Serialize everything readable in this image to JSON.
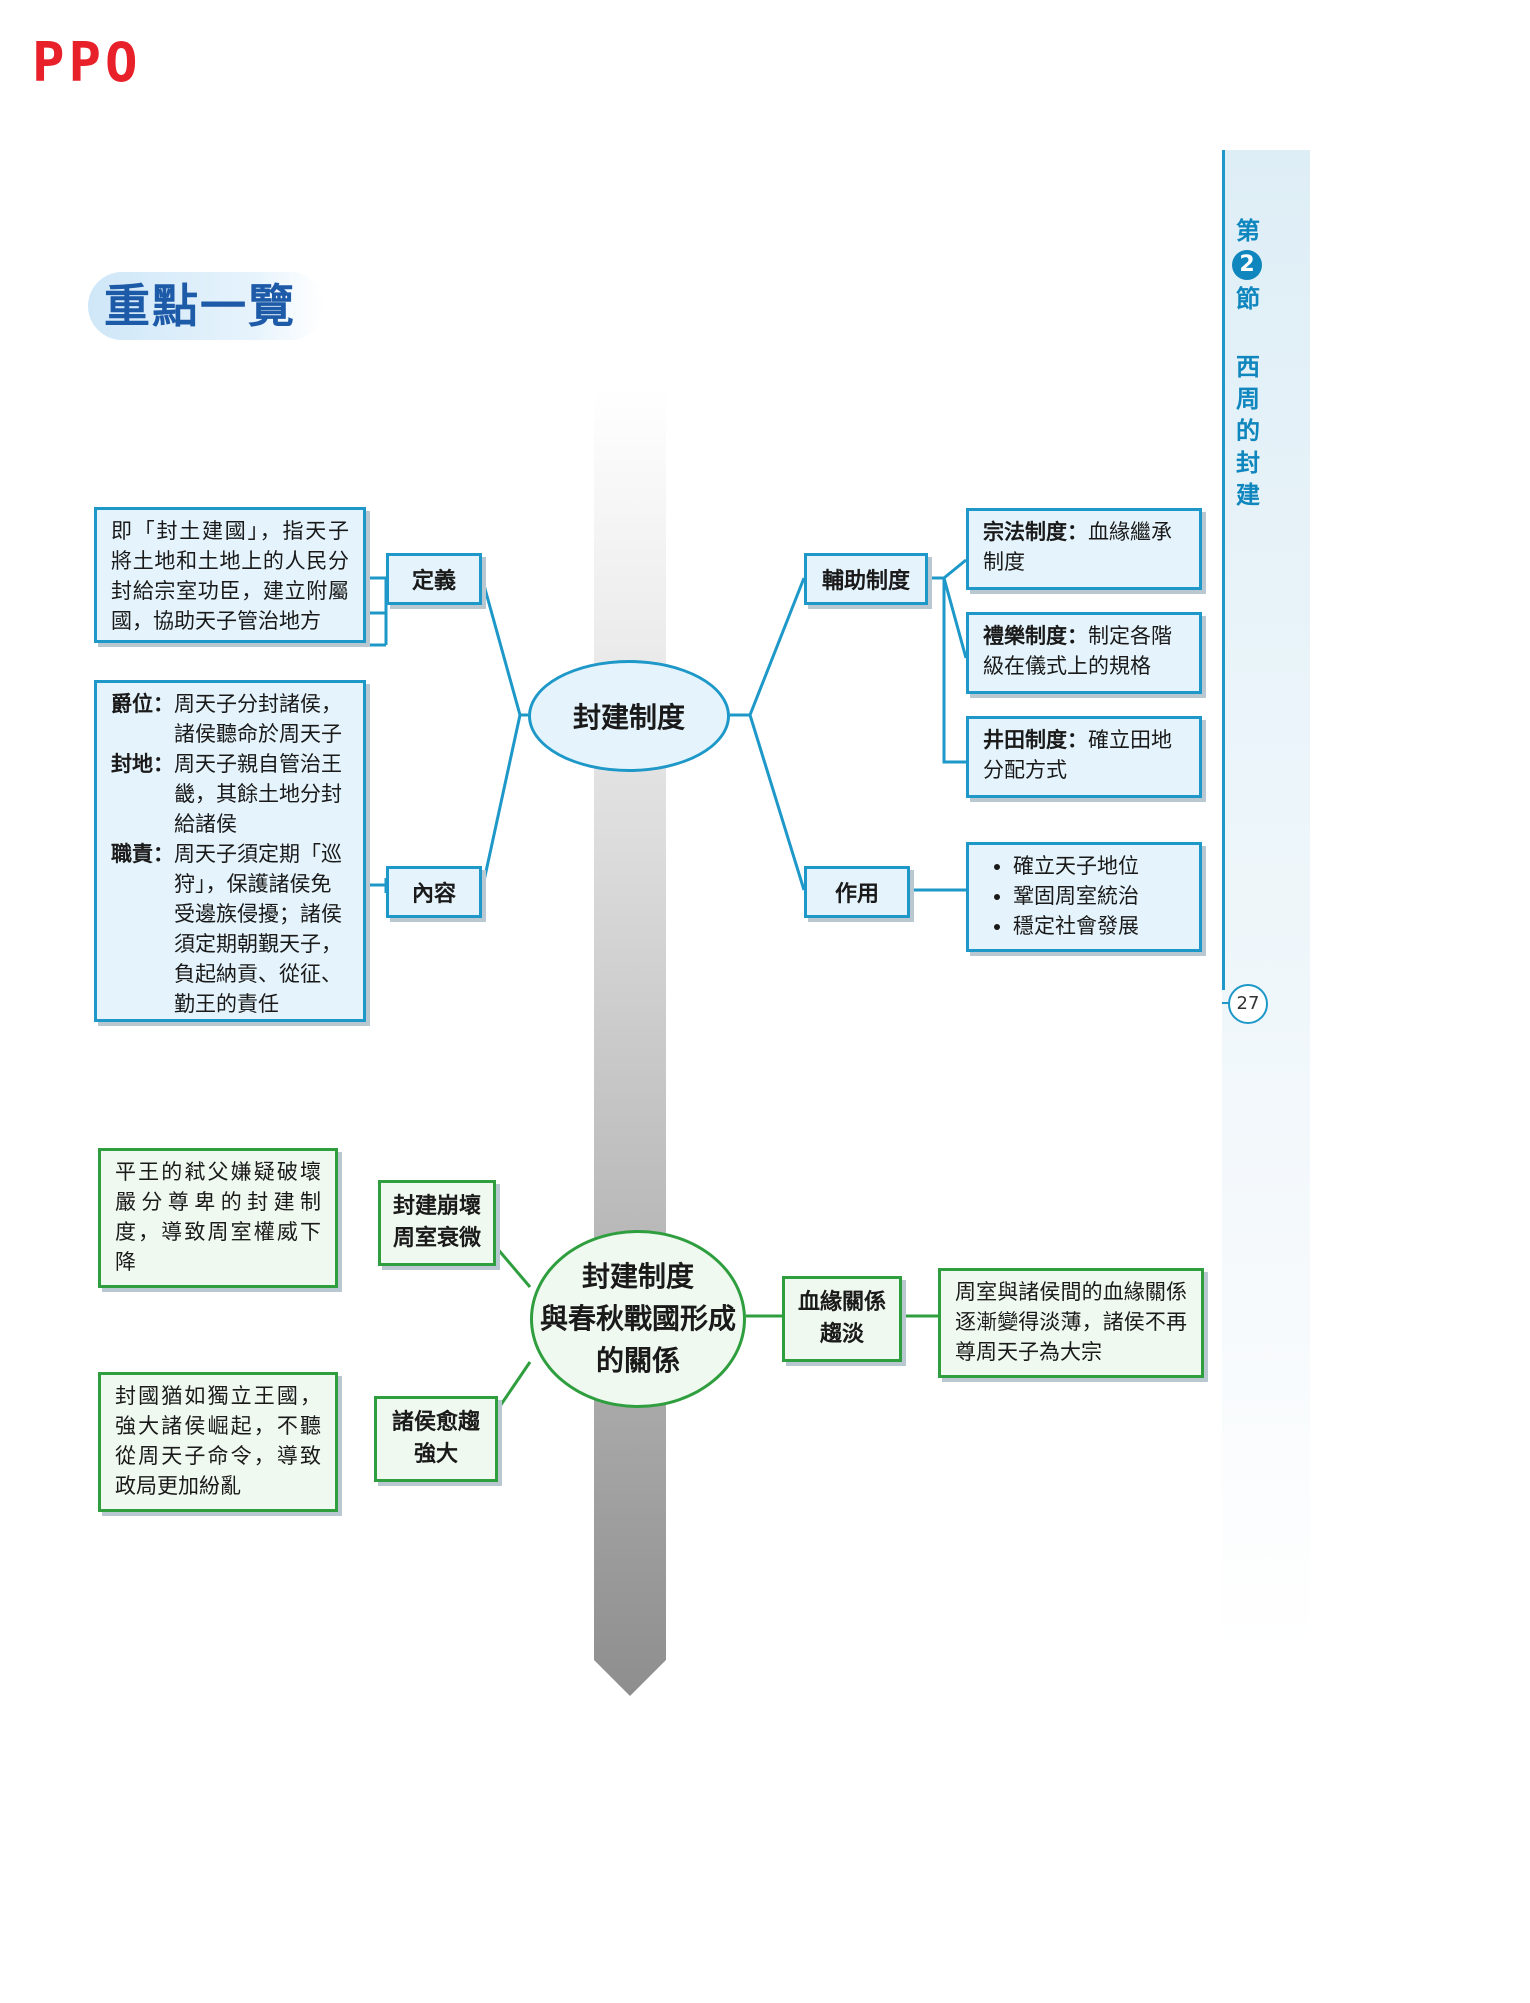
{
  "header": {
    "logo": "PPO"
  },
  "title": "重點一覽",
  "sidebar": {
    "section_label_top": "第",
    "section_number": "2",
    "section_label_bottom": "節",
    "section_title": [
      "西",
      "周",
      "的",
      "封",
      "建"
    ],
    "page_number": "27"
  },
  "colors": {
    "blue": "#1d98c8",
    "green": "#2e9e3e",
    "arrow": "#9a9a9a"
  },
  "diagram1": {
    "center": "封建制度",
    "definition": {
      "label": "定義",
      "text": "即「封土建國」，指天子將土地和土地上的人民分封給宗室功臣，建立附屬國，協助天子管治地方"
    },
    "content": {
      "label": "內容",
      "items": [
        {
          "term": "爵位：",
          "text": "周天子分封諸侯，諸侯聽命於周天子"
        },
        {
          "term": "封地：",
          "text": "周天子親自管治王畿，其餘土地分封給諸侯"
        },
        {
          "term": "職責：",
          "text": "周天子須定期「巡狩」，保護諸侯免受邊族侵擾；諸侯須定期朝覲天子，負起納貢、從征、勤王的責任"
        }
      ]
    },
    "auxiliary": {
      "label": "輔助制度",
      "items": [
        {
          "term": "宗法制度",
          "colon": "：",
          "text": "血緣繼承制度"
        },
        {
          "term": "禮樂制度",
          "colon": "：",
          "text": "制定各階級在儀式上的規格"
        },
        {
          "term": "井田制度",
          "colon": "：",
          "text": "確立田地分配方式"
        }
      ]
    },
    "function": {
      "label": "作用",
      "items": [
        "確立天子地位",
        "鞏固周室統治",
        "穩定社會發展"
      ]
    }
  },
  "diagram2": {
    "center": [
      "封建制度",
      "與春秋戰國形成",
      "的關係"
    ],
    "collapse": {
      "label": [
        "封建崩壞",
        "周室衰微"
      ],
      "text": "平王的弒父嫌疑破壞嚴分尊卑的封建制度，導致周室權威下降"
    },
    "vassals": {
      "label": [
        "諸侯愈趨",
        "強大"
      ],
      "text": "封國猶如獨立王國，強大諸侯崛起，不聽從周天子命令，導致政局更加紛亂"
    },
    "blood": {
      "label": [
        "血緣關係",
        "趨淡"
      ],
      "text": "周室與諸侯間的血緣關係逐漸變得淡薄，諸侯不再尊周天子為大宗"
    }
  }
}
